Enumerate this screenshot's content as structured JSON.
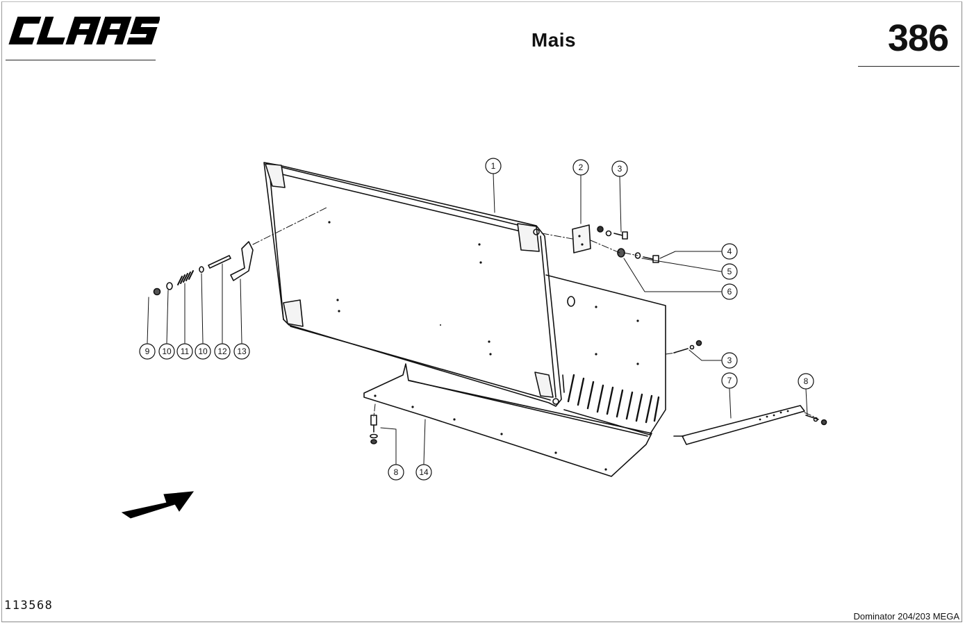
{
  "header": {
    "brand": "CLAAS",
    "title": "Mais",
    "page_number": "386"
  },
  "footer": {
    "document_number": "113568",
    "model": "Dominator 204/203 MEGA"
  },
  "callouts": [
    {
      "id": "c1",
      "label": "1"
    },
    {
      "id": "c2",
      "label": "2"
    },
    {
      "id": "c3a",
      "label": "3"
    },
    {
      "id": "c4",
      "label": "4"
    },
    {
      "id": "c5",
      "label": "5"
    },
    {
      "id": "c6",
      "label": "6"
    },
    {
      "id": "c3b",
      "label": "3"
    },
    {
      "id": "c7",
      "label": "7"
    },
    {
      "id": "c8a",
      "label": "8"
    },
    {
      "id": "c9",
      "label": "9"
    },
    {
      "id": "c10a",
      "label": "10"
    },
    {
      "id": "c11",
      "label": "11"
    },
    {
      "id": "c10b",
      "label": "10"
    },
    {
      "id": "c12",
      "label": "12"
    },
    {
      "id": "c13",
      "label": "13"
    },
    {
      "id": "c8b",
      "label": "8"
    },
    {
      "id": "c14",
      "label": "14"
    }
  ]
}
